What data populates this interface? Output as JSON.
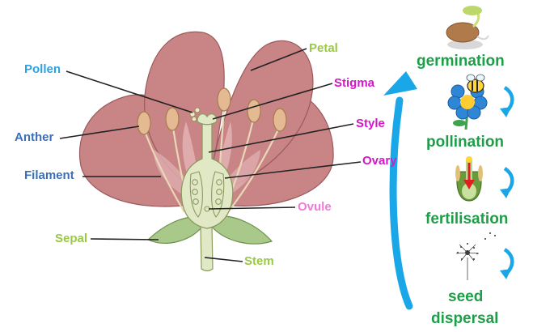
{
  "colors": {
    "petal": "#c98486",
    "petal_light": "#e0aeb0",
    "petal_outline": "#9a5a5c",
    "pistil": "#e1e8c6",
    "pistil_outline": "#8c9a60",
    "anther": "#e3ba92",
    "sepal": "#a9c98a",
    "arrow": "#1aa7e8",
    "stage_green": "#1e9e49",
    "leader": "#222222"
  },
  "flower_labels": {
    "pollen": {
      "text": "Pollen",
      "color": "#29a3e6"
    },
    "anther": {
      "text": "Anther",
      "color": "#3c6fb6"
    },
    "filament": {
      "text": "Filament",
      "color": "#3c6fb6"
    },
    "sepal": {
      "text": "Sepal",
      "color": "#9bc845"
    },
    "stem": {
      "text": "Stem",
      "color": "#9bc845"
    },
    "petal": {
      "text": "Petal",
      "color": "#9bc845"
    },
    "stigma": {
      "text": "Stigma",
      "color": "#d417c8"
    },
    "style": {
      "text": "Style",
      "color": "#d417c8"
    },
    "ovary": {
      "text": "Ovary",
      "color": "#d417c8"
    },
    "ovule": {
      "text": "Ovule",
      "color": "#f07ad8"
    }
  },
  "life_cycle": {
    "stages": [
      {
        "label": "germination",
        "icon": "sprouting-seed-icon"
      },
      {
        "label": "pollination",
        "icon": "bee-on-flower-icon"
      },
      {
        "label": "fertilisation",
        "icon": "pollen-tube-icon"
      },
      {
        "label": "seed",
        "icon": "dandelion-seed-icon"
      },
      {
        "label": "dispersal",
        "icon": ""
      }
    ],
    "cycle_arrow_icon": "big-curved-arrow-icon",
    "step_arrow_icon": "small-curved-arrow-icon"
  }
}
